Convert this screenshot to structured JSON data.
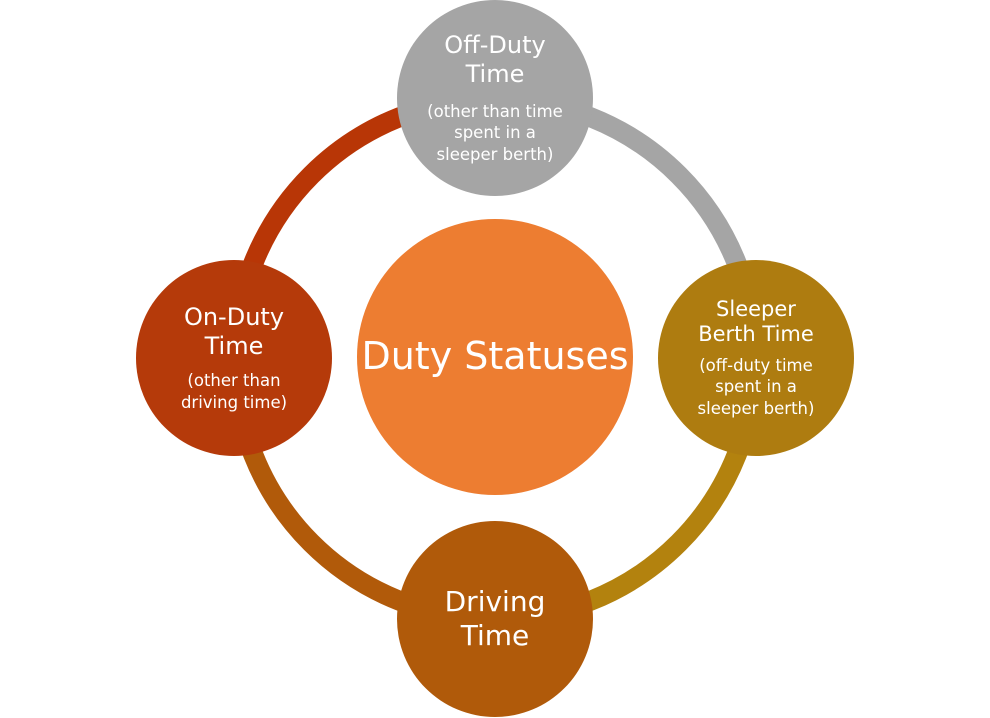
{
  "center": {
    "label": "Duty Statuses",
    "color": "#ED7D31"
  },
  "nodes": {
    "top": {
      "title": "Off-Duty Time",
      "subtitle": "(other than time spent in a sleeper berth)",
      "color": "#A5A5A5"
    },
    "right": {
      "title": "Sleeper Berth Time",
      "subtitle": "(off-duty time spent in a sleeper berth)",
      "color": "#AE7C10"
    },
    "bottom": {
      "title": "Driving Time",
      "color": "#B05A0A"
    },
    "left": {
      "title": "On-Duty Time",
      "subtitle": "(other than driving time)",
      "color": "#B53A0A"
    }
  },
  "ring_colors": {
    "top_right": "#A5A5A5",
    "right_bottom": "#B3820E",
    "bottom_left": "#B15A0A",
    "left_top": "#B83606"
  }
}
